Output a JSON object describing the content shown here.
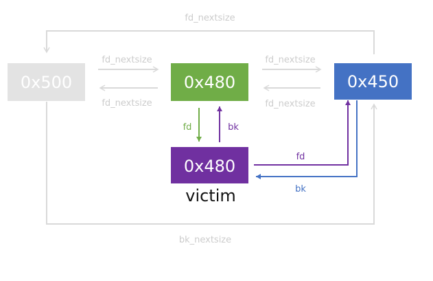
{
  "boxes": {
    "chunk_500": {
      "label": "0x500",
      "color": "#e3e3e3"
    },
    "chunk_480": {
      "label": "0x480",
      "color": "#70ad47"
    },
    "chunk_450": {
      "label": "0x450",
      "color": "#4472c4"
    },
    "victim": {
      "label": "0x480",
      "caption": "victim",
      "color": "#7030a0"
    }
  },
  "labels": {
    "top_loop": "fd_nextsize",
    "bottom_loop": "bk_nextsize",
    "fd_nextsize_500_480": "fd_nextsize",
    "fd_nextsize_480_500": "fd_nextsize",
    "fd_nextsize_480_450": "fd_nextsize",
    "fd_nextsize_450_480": "fd_nextsize",
    "fd_480_victim": "fd",
    "bk_victim_480": "bk",
    "fd_victim_450": "fd",
    "bk_450_victim": "bk"
  },
  "colors": {
    "faded": "#d9d9d9",
    "faded_text": "#cccccc",
    "green": "#70ad47",
    "purple": "#7030a0",
    "blue": "#4472c4"
  }
}
